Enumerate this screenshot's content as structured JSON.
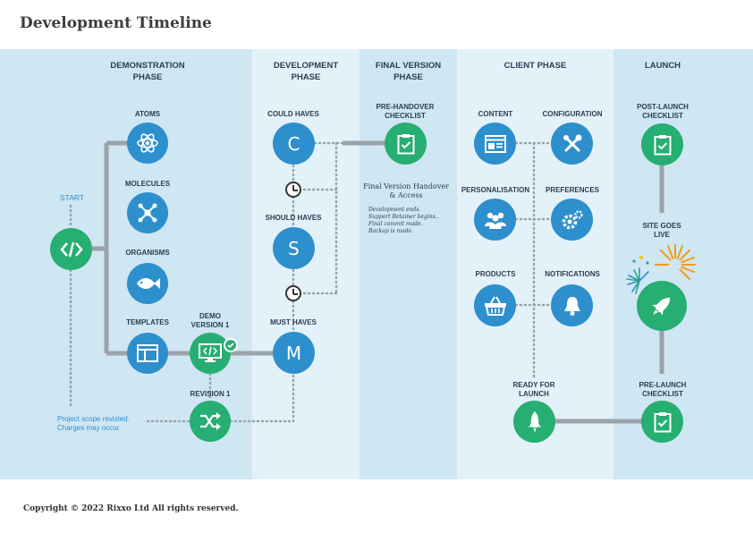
{
  "title": "Development Timeline",
  "copyright": "Copyright © 2022 Rixxo Ltd All rights reserved.",
  "phases": [
    "DEMONSTRATION\nPHASE",
    "DEVELOPMENT\nPHASE",
    "FINAL VERSION\nPHASE",
    "CLIENT PHASE",
    "LAUNCH"
  ],
  "start_label": "START",
  "nodes": {
    "atoms": "ATOMS",
    "molecules": "MOLECULES",
    "organisms": "ORGANISMS",
    "templates": "TEMPLATES",
    "demo_version": "DEMO\nVERSION 1",
    "revision": "REVISION 1",
    "could_haves": "COULD HAVES",
    "should_haves": "SHOULD HAVES",
    "must_haves": "MUST HAVES",
    "pre_handover": "PRE-HANDOVER\nCHECKLIST",
    "content": "CONTENT",
    "configuration": "CONFIGURATION",
    "personalisation": "PERSONALISATION",
    "preferences": "PREFERENCES",
    "products": "PRODUCTS",
    "notifications": "NOTIFICATIONS",
    "ready_for_launch": "READY FOR\nLAUNCH",
    "post_launch": "POST-LAUNCH\nCHECKLIST",
    "site_live": "SITE GOES\nLIVE",
    "pre_launch": "PRE-LAUNCH\nCHECKLIST"
  },
  "letters": {
    "could": "C",
    "should": "S",
    "must": "M"
  },
  "note": "Project scope revisted.\nCharges may occur.",
  "handover": "Final Version Handover\n& Access",
  "dev_note": "Development ends.\nSupport Retainer begins..\nFinal commit made.\nBackup is made.",
  "colors": {
    "blue": "#2e8fcd",
    "green": "#27ae72",
    "line": "#9aa3a8"
  }
}
